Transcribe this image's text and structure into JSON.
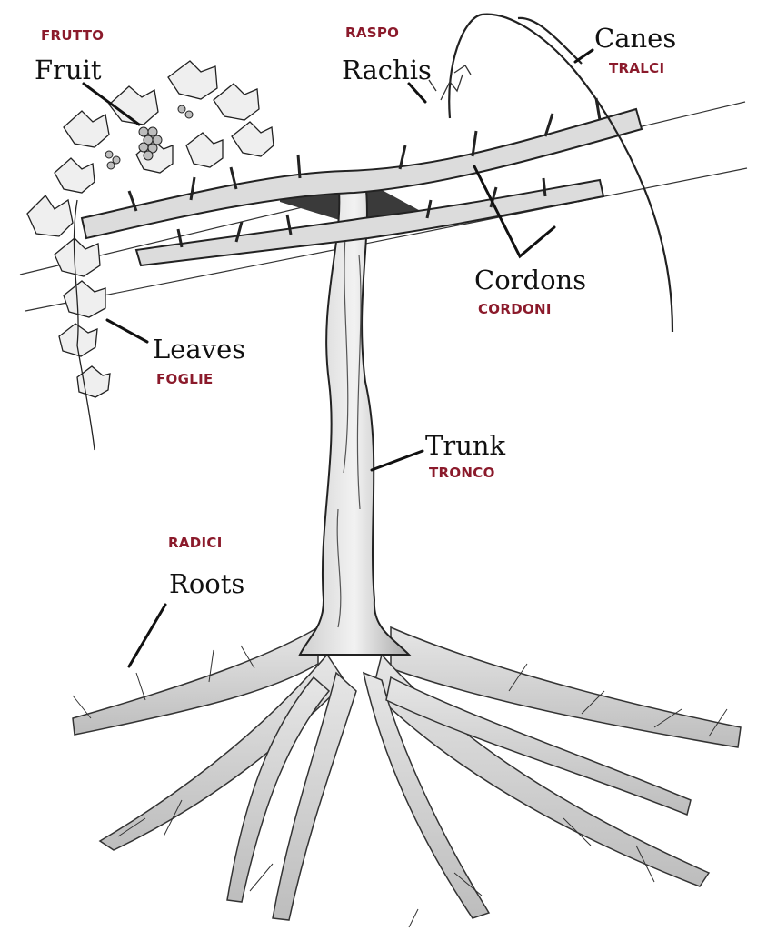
{
  "labels": {
    "fruit": {
      "en": "Fruit",
      "it": "FRUTTO"
    },
    "rachis": {
      "en": "Rachis",
      "it": "RASPO"
    },
    "canes": {
      "en": "Canes",
      "it": "TRALCI"
    },
    "cordons": {
      "en": "Cordons",
      "it": "CORDONI"
    },
    "leaves": {
      "en": "Leaves",
      "it": "FOGLIE"
    },
    "trunk": {
      "en": "Trunk",
      "it": "TRONCO"
    },
    "roots": {
      "en": "Roots",
      "it": "RADICI"
    }
  },
  "colors": {
    "english_label": "#111111",
    "italian_label": "#8b1a2b",
    "ink": "#222222",
    "shade": "#9a9a9a"
  }
}
